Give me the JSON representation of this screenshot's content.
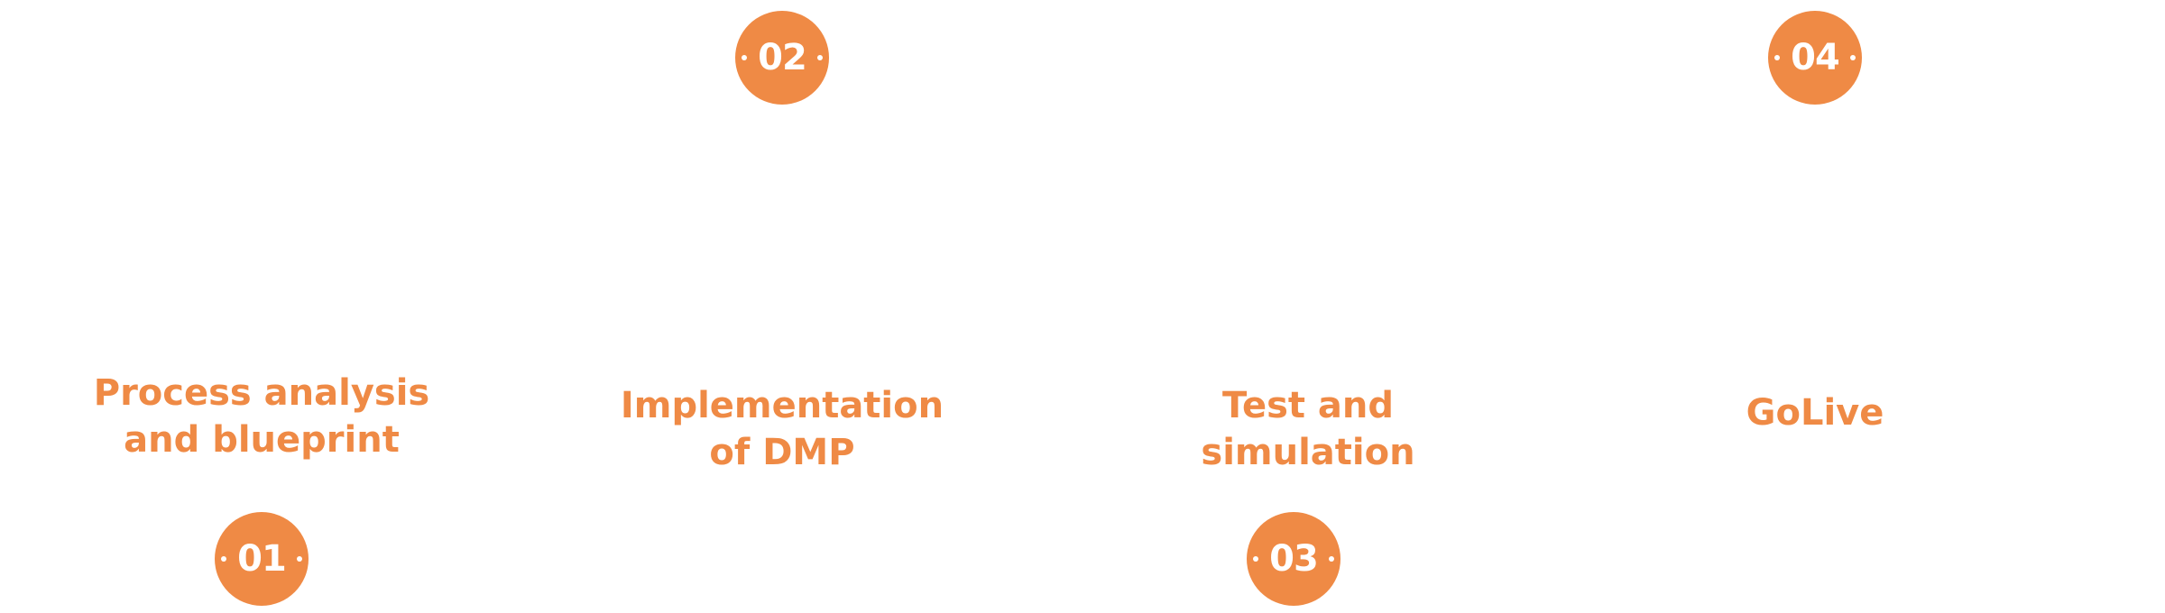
{
  "colors": {
    "accent": "#ef8a45",
    "background": "#ffffff"
  },
  "steps": [
    {
      "number": "01",
      "label_lines": [
        "Process analysis",
        "and blueprint"
      ]
    },
    {
      "number": "02",
      "label_lines": [
        "Implementation",
        "of DMP"
      ]
    },
    {
      "number": "03",
      "label_lines": [
        "Test and",
        "simulation"
      ]
    },
    {
      "number": "04",
      "label_lines": [
        "GoLive"
      ]
    }
  ]
}
